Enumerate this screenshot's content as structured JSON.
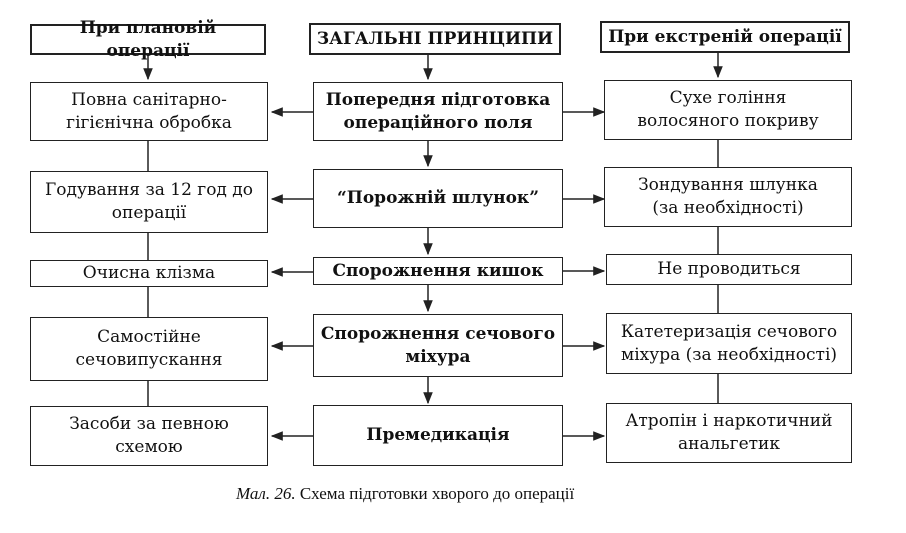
{
  "headers": {
    "planned": "При плановій операції",
    "general": "ЗАГАЛЬНІ ПРИНЦИПИ",
    "emergency": "При екстреній операції"
  },
  "rows": [
    {
      "planned": [
        "Повна санітарно-",
        "гігієнічна обробка"
      ],
      "general": [
        "Попередня підготовка",
        "операційного поля"
      ],
      "emergency": [
        "Сухе гоління",
        "волосяного покриву"
      ]
    },
    {
      "planned": [
        "Годування за 12 год до",
        "операції"
      ],
      "general": [
        "“Порожній шлунок”"
      ],
      "emergency": [
        "Зондування шлунка",
        "(за необхідності)"
      ]
    },
    {
      "planned": [
        "Очисна клізма"
      ],
      "general": [
        "Спорожнення кишок"
      ],
      "emergency": [
        "Не проводиться"
      ]
    },
    {
      "planned": [
        "Самостійне",
        "сечовипускання"
      ],
      "general": [
        "Спорожнення сечового",
        "міхура"
      ],
      "emergency": [
        "Катетеризація сечового",
        "міхура (за необхідності)"
      ]
    },
    {
      "planned": [
        "Засоби за певною",
        "схемою"
      ],
      "general": [
        "Премедикація"
      ],
      "emergency": [
        "Атропін і наркотичний",
        "анальгетик"
      ]
    }
  ],
  "caption": {
    "label": "Мал. 26.",
    "text": "Схема підготовки хворого до операції"
  }
}
